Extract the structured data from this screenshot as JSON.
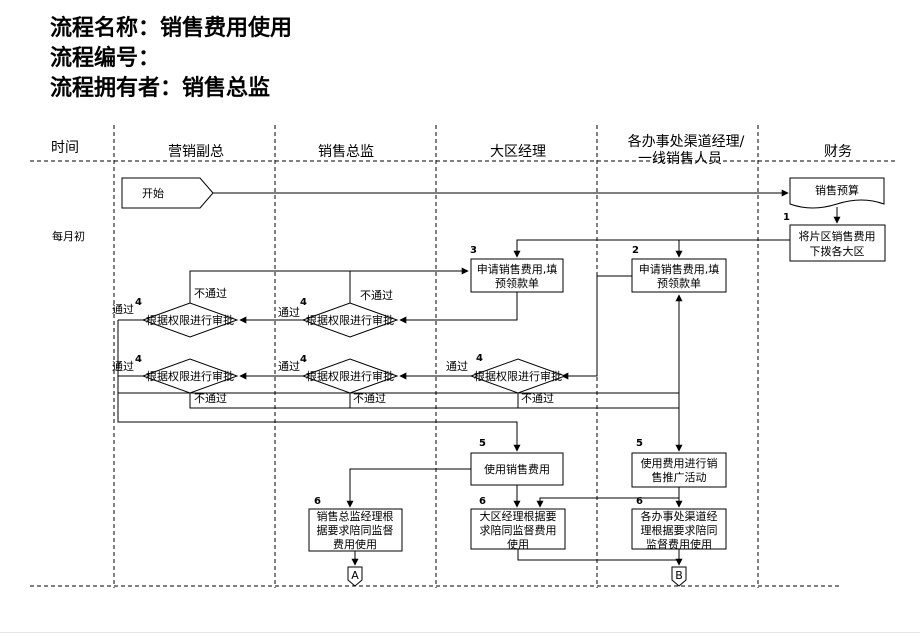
{
  "header": {
    "name_line": "流程名称：销售费用使用",
    "code_line": "流程编号：",
    "owner_line": "流程拥有者：销售总监"
  },
  "lanes": {
    "time": "时间",
    "vp_marketing": "营销副总",
    "sales_director": "销售总监",
    "regional_manager": "大区经理",
    "office_manager_line1": "各办事处渠道经理/",
    "office_manager_line2": "一线销售人员",
    "finance": "财务"
  },
  "time_labels": {
    "month_start": "每月初"
  },
  "shapes": {
    "start": "开始",
    "sales_budget": "销售预算",
    "allocate_line1": "将片区销售费用",
    "allocate_line2": "下拨各大区",
    "apply_line1": "申请销售费用,填",
    "apply_line2": "预领款单",
    "approve": "根据权限进行审批",
    "use_expense": "使用销售费用",
    "use_promo_line1": "使用费用进行销",
    "use_promo_line2": "售推广活动",
    "sd_monitor_line1": "销售总监经理根",
    "sd_monitor_line2": "据要求陪同监督",
    "sd_monitor_line3": "费用使用",
    "rm_monitor_line1": "大区经理根据要",
    "rm_monitor_line2": "求陪同监督费用",
    "rm_monitor_line3": "使用",
    "om_monitor_line1": "各办事处渠道经",
    "om_monitor_line2": "理根据要求陪同",
    "om_monitor_line3": "监督费用使用",
    "connector_a": "A",
    "connector_b": "B"
  },
  "labels": {
    "pass": "通过",
    "fail": "不通过"
  },
  "step_numbers": {
    "s1": "1",
    "s2": "2",
    "s3": "3",
    "s4": "4",
    "s5": "5",
    "s6": "6"
  }
}
